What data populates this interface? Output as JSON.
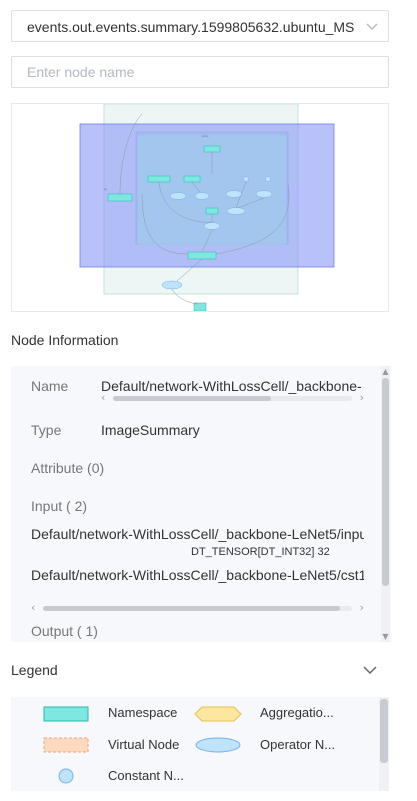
{
  "file_select": {
    "selected": "events.out.events.summary.1599805632.ubuntu_MS",
    "icon": "chevron-down-icon"
  },
  "search": {
    "placeholder": "Enter node name",
    "value": ""
  },
  "node_info": {
    "title": "Node Information",
    "name_label": "Name",
    "name_value": "Default/network-WithLossCell/_backbone-",
    "type_label": "Type",
    "type_value": "ImageSummary",
    "attribute_label": "Attribute (0)",
    "input_label": "Input ( 2)",
    "inputs": [
      {
        "path": "Default/network-WithLossCell/_backbone-LeNet5/inpu",
        "detail": "DT_TENSOR[DT_INT32] 32"
      },
      {
        "path": "Default/network-WithLossCell/_backbone-LeNet5/cst1",
        "detail": ""
      }
    ],
    "output_label": "Output ( 1)"
  },
  "legend": {
    "title": "Legend",
    "toggle_icon": "chevron-down-icon",
    "items": [
      {
        "label": "Namespace",
        "shape": "rectangle",
        "color": "#7ee8e0",
        "border": "#29b8b0"
      },
      {
        "label": "Aggregatio...",
        "shape": "hexagon",
        "color": "#fde6a0",
        "border": "#e6c04a"
      },
      {
        "label": "Virtual Node",
        "shape": "dashed-rectangle",
        "color": "#fdd9bf",
        "border": "#f3a56c"
      },
      {
        "label": "Operator N...",
        "shape": "ellipse",
        "color": "#bfe3fb",
        "border": "#6fb3e8"
      },
      {
        "label": "Constant N...",
        "shape": "circle",
        "color": "#bfe3fb",
        "border": "#6fb3e8"
      }
    ]
  },
  "colors": {
    "viewport": "#7f8ef5",
    "namespace_fill": "#d9f2f0",
    "operator": "#bfe3fb"
  }
}
